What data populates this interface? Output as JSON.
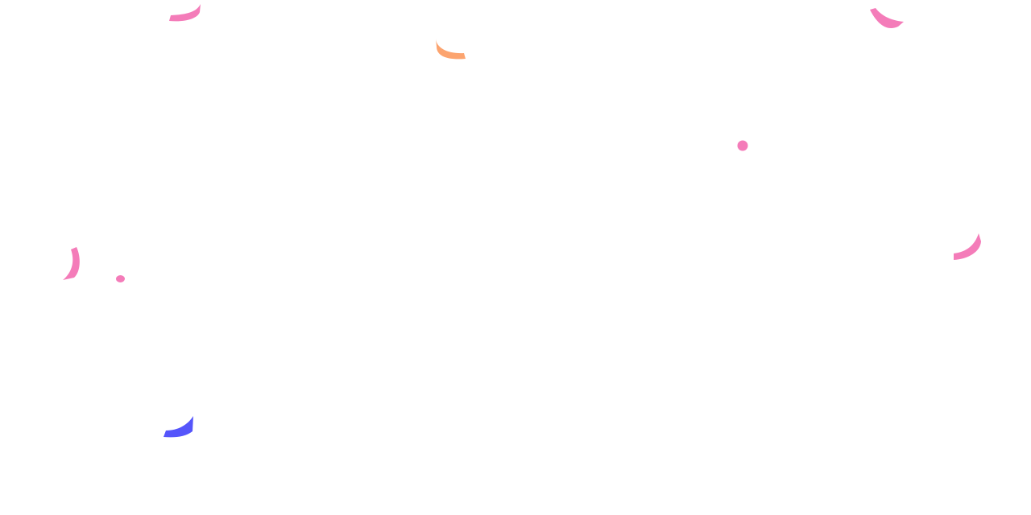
{
  "canvas": {
    "background": "#ffffff"
  },
  "colors": {
    "pink": "#f47cb9",
    "orange": "#fca46f",
    "blue": "#5555fb"
  },
  "confetti": {
    "pieces": [
      {
        "name": "confetti-piece-pink-top-left",
        "shape": "curl",
        "color": "pink"
      },
      {
        "name": "confetti-piece-orange-top-center",
        "shape": "curl",
        "color": "orange"
      },
      {
        "name": "confetti-piece-pink-top-right",
        "shape": "curl",
        "color": "pink"
      },
      {
        "name": "confetti-dot-pink-center-right",
        "shape": "dot",
        "color": "pink"
      },
      {
        "name": "confetti-piece-pink-left",
        "shape": "curl",
        "color": "pink"
      },
      {
        "name": "confetti-dot-pink-left",
        "shape": "dot",
        "color": "pink"
      },
      {
        "name": "confetti-piece-pink-right",
        "shape": "curl",
        "color": "pink"
      },
      {
        "name": "confetti-piece-blue-bottom-left",
        "shape": "curl",
        "color": "blue"
      }
    ]
  }
}
